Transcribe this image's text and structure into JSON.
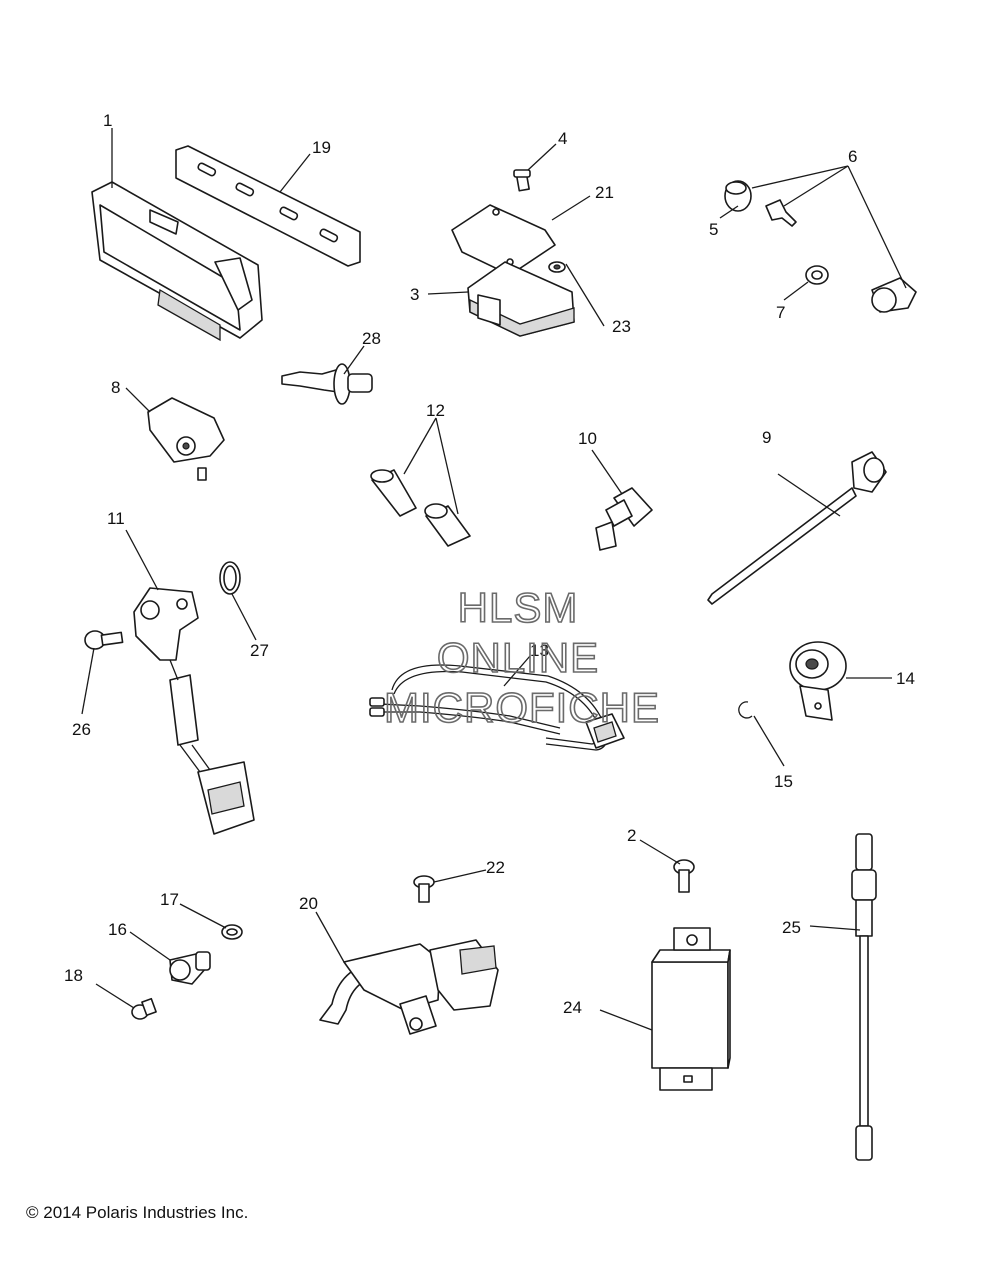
{
  "callouts": {
    "c1": "1",
    "c2": "2",
    "c3": "3",
    "c4": "4",
    "c5": "5",
    "c6": "6",
    "c7": "7",
    "c8": "8",
    "c9": "9",
    "c10": "10",
    "c11": "11",
    "c12": "12",
    "c13": "13",
    "c14": "14",
    "c15": "15",
    "c16": "16",
    "c17": "17",
    "c18": "18",
    "c19": "19",
    "c20": "20",
    "c21": "21",
    "c22": "22",
    "c23": "23",
    "c24": "24",
    "c25": "25",
    "c26": "26",
    "c27": "27",
    "c28": "28"
  },
  "watermark": {
    "line1": "HLSM",
    "line2": "ONLINE",
    "line3": "MICROFICHE"
  },
  "copyright": "© 2014 Polaris Industries Inc."
}
